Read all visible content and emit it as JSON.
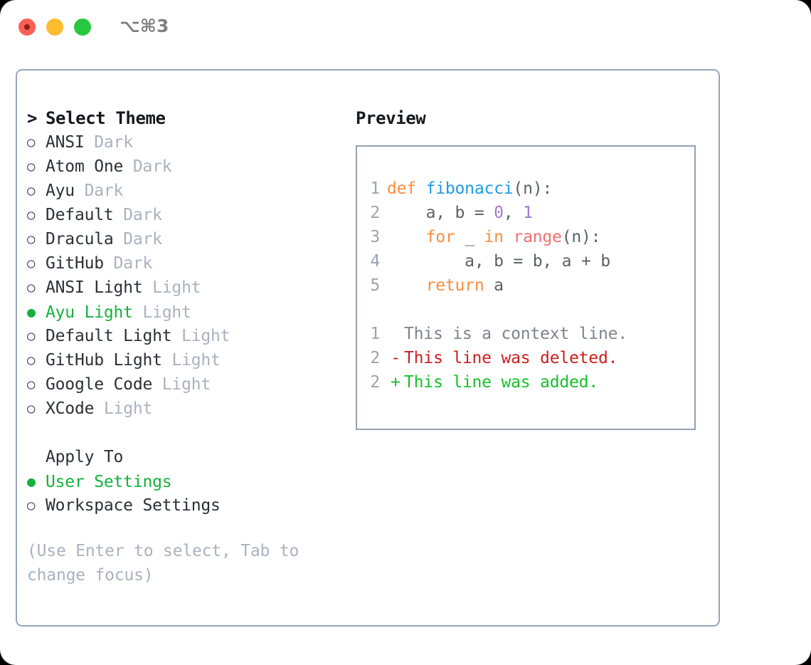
{
  "window": {
    "shortcut": "⌥⌘3",
    "traffic_lights": [
      "close",
      "minimize",
      "maximize"
    ],
    "colors": {
      "close": "#fd5f57",
      "minimize": "#febc2e",
      "maximize": "#28c840",
      "panel_border": "#9aa5b8",
      "preview_border": "#95a0b4",
      "accent_selected": "#15b13c",
      "muted_tag": "#aab2be"
    }
  },
  "theme_panel": {
    "header": "Select Theme",
    "caret": ">",
    "bullet_unselected": "○",
    "bullet_selected": "●",
    "items": [
      {
        "label": "ANSI",
        "tag": "Dark",
        "selected": false
      },
      {
        "label": "Atom One",
        "tag": "Dark",
        "selected": false
      },
      {
        "label": "Ayu",
        "tag": "Dark",
        "selected": false
      },
      {
        "label": "Default",
        "tag": "Dark",
        "selected": false
      },
      {
        "label": "Dracula",
        "tag": "Dark",
        "selected": false
      },
      {
        "label": "GitHub",
        "tag": "Dark",
        "selected": false
      },
      {
        "label": "ANSI Light",
        "tag": "Light",
        "selected": false
      },
      {
        "label": "Ayu Light",
        "tag": "Light",
        "selected": true
      },
      {
        "label": "Default Light",
        "tag": "Light",
        "selected": false
      },
      {
        "label": "GitHub Light",
        "tag": "Light",
        "selected": false
      },
      {
        "label": "Google Code",
        "tag": "Light",
        "selected": false
      },
      {
        "label": "XCode",
        "tag": "Light",
        "selected": false
      }
    ]
  },
  "apply_to": {
    "header": "Apply To",
    "options": [
      {
        "label": "User Settings",
        "selected": true
      },
      {
        "label": "Workspace Settings",
        "selected": false
      }
    ]
  },
  "hint": "(Use Enter to select, Tab to change focus)",
  "preview": {
    "header": "Preview",
    "code_lines": [
      {
        "lineno": "1",
        "tokens": [
          {
            "text": "def ",
            "type": "kw"
          },
          {
            "text": "fibonacci",
            "type": "fn"
          },
          {
            "text": "(n):",
            "type": "plain"
          }
        ]
      },
      {
        "lineno": "2",
        "tokens": [
          {
            "text": "    a, b = ",
            "type": "plain"
          },
          {
            "text": "0",
            "type": "num"
          },
          {
            "text": ", ",
            "type": "plain"
          },
          {
            "text": "1",
            "type": "num"
          }
        ]
      },
      {
        "lineno": "3",
        "tokens": [
          {
            "text": "    ",
            "type": "plain"
          },
          {
            "text": "for",
            "type": "kw"
          },
          {
            "text": " _ ",
            "type": "plain"
          },
          {
            "text": "in",
            "type": "kw"
          },
          {
            "text": " ",
            "type": "plain"
          },
          {
            "text": "range",
            "type": "call"
          },
          {
            "text": "(n):",
            "type": "plain"
          }
        ]
      },
      {
        "lineno": "4",
        "tokens": [
          {
            "text": "        a, b = b, a + b",
            "type": "plain"
          }
        ]
      },
      {
        "lineno": "5",
        "tokens": [
          {
            "text": "    ",
            "type": "plain"
          },
          {
            "text": "return",
            "type": "kw"
          },
          {
            "text": " a",
            "type": "plain"
          }
        ]
      }
    ],
    "diff_lines": [
      {
        "lineno": "1",
        "mark": " ",
        "text": "This is a context line.",
        "kind": "context"
      },
      {
        "lineno": "2",
        "mark": "-",
        "text": "This line was deleted.",
        "kind": "del"
      },
      {
        "lineno": "2",
        "mark": "+",
        "text": "This line was added.",
        "kind": "add"
      }
    ],
    "syntax_colors": {
      "keyword": "#fa8d3e",
      "function": "#1e9be8",
      "number": "#a37acc",
      "builtin_call": "#f07171",
      "plain": "#5c6166",
      "lineno": "#9aa3b0",
      "diff_context": "#7d848f",
      "diff_deleted": "#cc1f1f",
      "diff_added": "#15c22a"
    }
  }
}
